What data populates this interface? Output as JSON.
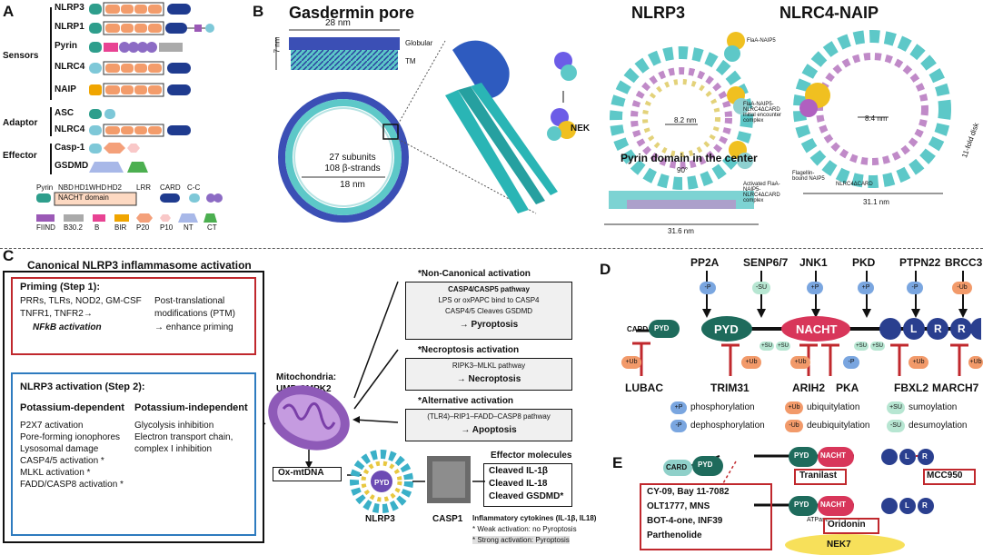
{
  "panelA": {
    "letter": "A",
    "groups": {
      "sensors": "Sensors",
      "adaptor": "Adaptor",
      "effector": "Effector"
    },
    "proteins": [
      "NLRP3",
      "NLRP1",
      "Pyrin",
      "NLRC4",
      "NAIP",
      "ASC",
      "NLRC4",
      "Casp-1",
      "GSDMD"
    ],
    "legend": {
      "pyrin": "Pyrin",
      "nbd": "NBD",
      "hd1": "HD1",
      "whd": "WHD",
      "hd2": "HD2",
      "lrr": "LRR",
      "card": "CARD",
      "cc": "C-C",
      "nacht": "NACHT domain",
      "fiind": "FIIND",
      "b302": "B30.2",
      "b": "B",
      "bir": "BIR",
      "p20": "P20",
      "p10": "P10",
      "nt": "NT",
      "ct": "CT"
    },
    "colors": {
      "pyrin": "#2e9e8c",
      "nacht": "#f39c6b",
      "lrr": "#1f3b8f",
      "card": "#7ec8d8",
      "cc": "#8c6bc4",
      "fiind": "#9b59b6",
      "b302": "#aaaaaa",
      "b": "#e84393",
      "bir": "#f0a500",
      "p20": "#f4a07a",
      "p10": "#f9c8c8",
      "nt": "#a8b8e8",
      "ct": "#4caf50"
    }
  },
  "panelB": {
    "letter": "B",
    "titles": {
      "gasdermin": "Gasdermin pore",
      "nlrp3": "NLRP3",
      "nlrc4": "NLRC4-NAIP"
    },
    "gasdermin": {
      "width": "28 nm",
      "height": "7 nm",
      "globular": "Globular",
      "tm": "TM",
      "subunits": "27 subunits",
      "strands": "108 β-strands",
      "diameter": "18 nm"
    },
    "nlrp3": {
      "inner": "8.2 nm",
      "nek": "NEK",
      "pyrin_center": "Pyrin domain in the center",
      "rotate": "90°",
      "bottom": "31.6 nm"
    },
    "nlrc4": {
      "inner": "8.4 nm",
      "bottom": "31.1 nm",
      "side": "11-fold disk",
      "labels": [
        "FlaA-NAIP5",
        "FlaA-NAIP5-NLRC4ΔCARD initial encounter complex",
        "Activated FlaA-NAIP5-NLRC4ΔCARD complex",
        "Flagellin-bound NAIP5",
        "NLRC4ΔCARD"
      ]
    }
  },
  "panelC": {
    "letter": "C",
    "title": "Canonical NLRP3 inflammasome activation",
    "priming": {
      "title": "Priming (Step 1):",
      "left": [
        "PRRs, TLRs, NOD2, GM-CSF",
        "TNFR1, TNFR2→",
        "NFkB activation"
      ],
      "right": [
        "Post-translational",
        "modifications (PTM)",
        "→ enhance priming"
      ]
    },
    "activation": {
      "title": "NLRP3 activation (Step 2):",
      "dep_title": "Potassium-dependent",
      "indep_title": "Potassium-independent",
      "dep": [
        "P2X7 activation",
        "Pore-forming ionophores",
        "Lysosomal damage",
        "CASP4/5 activation *",
        "MLKL activation *",
        "FADD/CASP8 activation *"
      ],
      "indep": [
        "Glycolysis inhibition",
        "Electron transport chain,",
        "complex I inhibition"
      ]
    },
    "mito": [
      "Mitochondria:",
      "UMP-CMPK2"
    ],
    "noncanon": {
      "title": "*Non-Canonical activation",
      "lines": [
        "CASP4/CASP5 pathway",
        "LPS or oxPAPC bind to CASP4",
        "CASP4/5 Cleaves GSDMD",
        "→ Pyroptosis"
      ]
    },
    "necro": {
      "title": "*Necroptosis activation",
      "lines": [
        "RIPK3–MLKL pathway",
        "→ Necroptosis"
      ]
    },
    "alt": {
      "title": "*Alternative activation",
      "lines": [
        "(TLR4)–RIP1–FADD–CASP8 pathway",
        "→ Apoptosis"
      ]
    },
    "oxmt": "Ox-mtDNA",
    "nlrp3": "NLRP3",
    "pyd": "PYD",
    "casp1": "CASP1",
    "effector": {
      "title": "Effector molecules",
      "lines": [
        "Cleaved IL-1β",
        "Cleaved IL-18",
        "Cleaved GSDMD*"
      ]
    },
    "notes": [
      "Inflammatory cytokines (IL-1β, IL18)",
      "* Weak activation: no Pyroptosis",
      "* Strong activation: Pyroptosis"
    ]
  },
  "panelD": {
    "letter": "D",
    "top": [
      "PP2A",
      "SENP6/7",
      "JNK1",
      "PKD",
      "PTPN22",
      "BRCC3"
    ],
    "top_marks": [
      "-P",
      "-SU",
      "+P",
      "+P",
      "-P",
      "-Ub"
    ],
    "bottom": [
      "LUBAC",
      "TRIM31",
      "ARIH2",
      "PKA",
      "FBXL2",
      "MARCH7"
    ],
    "bottom_marks": [
      "+Ub",
      "+Ub",
      "+Ub",
      "-P",
      "+Ub",
      "+Ub"
    ],
    "domains": {
      "card": "CARD",
      "pyd": "PYD",
      "pyd2": "PYD",
      "nacht": "NACHT",
      "l": "L",
      "r1": "R",
      "r2": "R"
    },
    "su": "+SU",
    "legend": [
      {
        "mark": "+P",
        "text": "phosphorylation"
      },
      {
        "mark": "-P",
        "text": "dephosphorylation"
      },
      {
        "mark": "+Ub",
        "text": "ubiquitylation"
      },
      {
        "mark": "-Ub",
        "text": "deubiquitylation"
      },
      {
        "mark": "+SU",
        "text": "sumoylation"
      },
      {
        "mark": "-SU",
        "text": "desumoylation"
      }
    ]
  },
  "panelE": {
    "letter": "E",
    "card": "CARD",
    "pyd": "PYD",
    "nacht": "NACHT",
    "l": "L",
    "r": "R",
    "atpase": "ATPase",
    "tranilast": "Tranilast",
    "mcc950": "MCC950",
    "oridonin": "Oridonin",
    "nek7": "NEK7",
    "inhibitors": [
      "CY-09, Bay 11-7082",
      "OLT1777, MNS",
      "BOT-4-one, INF39",
      "Parthenolide"
    ]
  }
}
